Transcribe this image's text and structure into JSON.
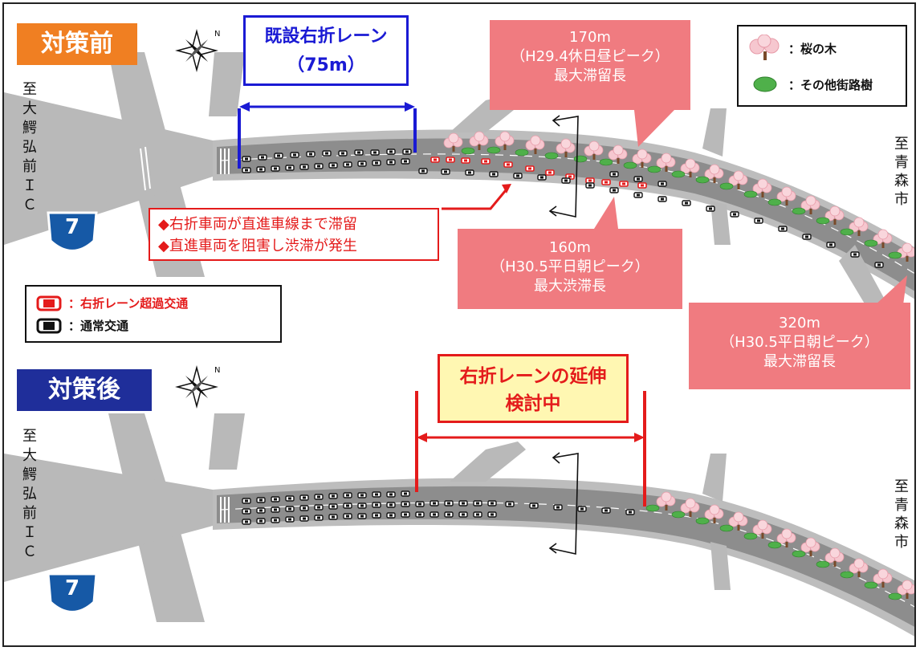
{
  "before": {
    "title": "対策前",
    "existing_lane_label": [
      "既設右折レーン",
      "（75m）"
    ],
    "origin_left": "至大鰐弘前ＩＣ",
    "origin_right": "至青森市",
    "route_number": "7",
    "callout_170": [
      "170m",
      "（H29.4休日昼ピーク）",
      "最大滞留長"
    ],
    "callout_160": [
      "160m",
      "（H30.5平日朝ピーク）",
      "最大渋滞長"
    ],
    "callout_320": [
      "320m",
      "（H30.5平日朝ピーク）",
      "最大滞留長"
    ],
    "problem_lines": [
      "◆右折車両が直進車線まで滞留",
      "◆直進車両を阻害し渋滞が発生"
    ]
  },
  "after": {
    "title": "対策後",
    "extension_label": [
      "右折レーンの延伸",
      "検討中"
    ],
    "origin_left": "至大鰐弘前ＩＣ",
    "origin_right": "至青森市",
    "route_number": "7"
  },
  "legend_trees": {
    "sakura": "：桜の木",
    "other": "：その他街路樹"
  },
  "legend_traffic": {
    "overflow": "：右折レーン超過交通",
    "normal": "：通常交通"
  },
  "colors": {
    "before_tag": "#f07f22",
    "after_tag": "#1f2e9a",
    "callout": "#f07b80",
    "red": "#e41b1b",
    "blue": "#1a1ad4",
    "road": "#9a9a9a",
    "sakura": "#f6c7cf"
  }
}
